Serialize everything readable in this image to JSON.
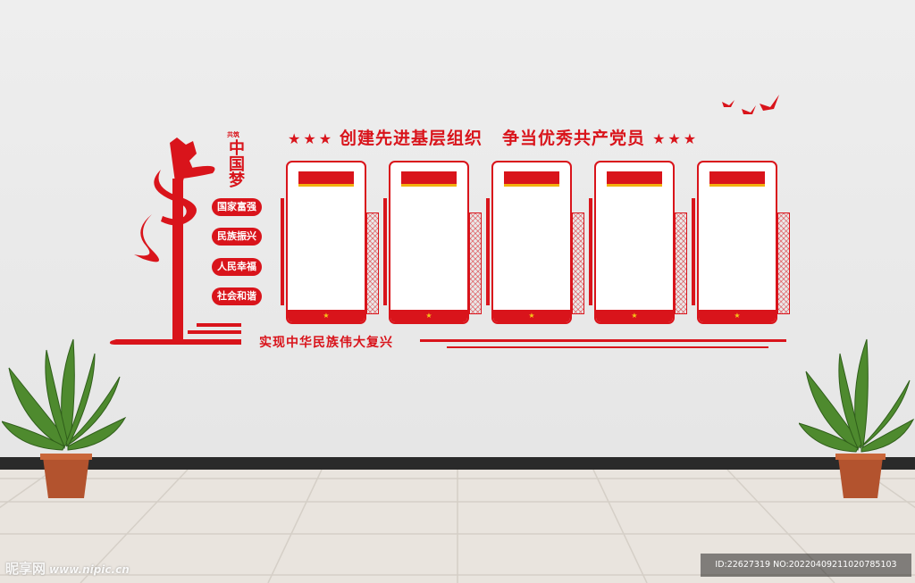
{
  "headline": {
    "stars_left": "★★★",
    "text_left": "创建先进基层组织",
    "text_right": "争当优秀共产党员",
    "stars_right": "★★★"
  },
  "emblem": {
    "small": "共筑",
    "big": "中国梦"
  },
  "slogans": [
    "国家富强",
    "民族振兴",
    "人民幸福",
    "社会和谐"
  ],
  "bottom_slogan": "实现中华民族伟大复兴",
  "panels": [
    {
      "footer": "★"
    },
    {
      "footer": "★"
    },
    {
      "footer": "★"
    },
    {
      "footer": "★"
    },
    {
      "footer": "★"
    }
  ],
  "watermark": {
    "site": "昵享网",
    "url": "www.nipic.cn"
  },
  "image_id": "ID:22627319 NO:20220409211020785103",
  "colors": {
    "accent": "#d9141b",
    "gold": "#f2b10e"
  }
}
